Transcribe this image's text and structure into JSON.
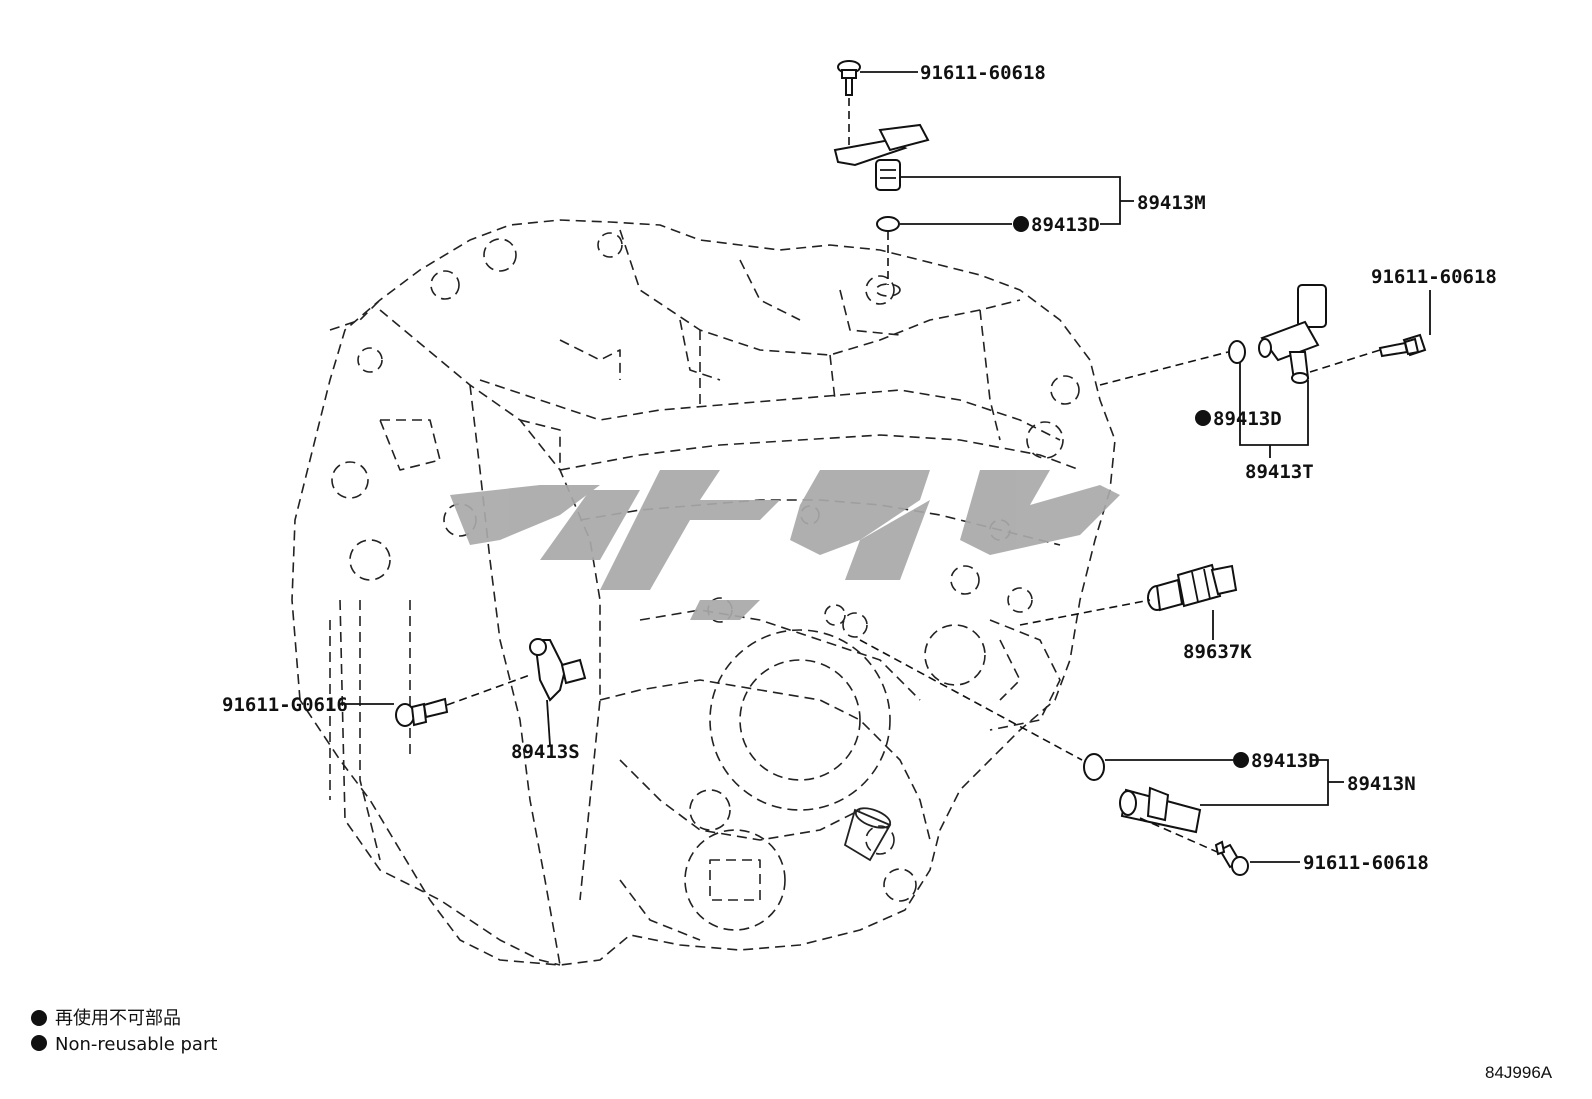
{
  "watermark": {
    "text": "vtvo",
    "color": "#a9a9a9"
  },
  "callouts": {
    "bolt_top": "91611-60618",
    "oring_top": "89413D",
    "sensor_top": "89413M",
    "bolt_right": "91611-60618",
    "oring_right": "89413D",
    "sensor_right": "89413T",
    "pressure_switch": "89637K",
    "bolt_left": "91611-G0616",
    "sensor_left": "89413S",
    "oring_lower": "89413D",
    "sensor_lower": "89413N",
    "bolt_lower": "91611-60618"
  },
  "legend": {
    "symbol": "black-dot",
    "text_jp": "再使用不可部品",
    "text_en": "Non-reusable part"
  },
  "figure_code": "84J996A",
  "colors": {
    "line": "#111111",
    "background": "#ffffff"
  }
}
